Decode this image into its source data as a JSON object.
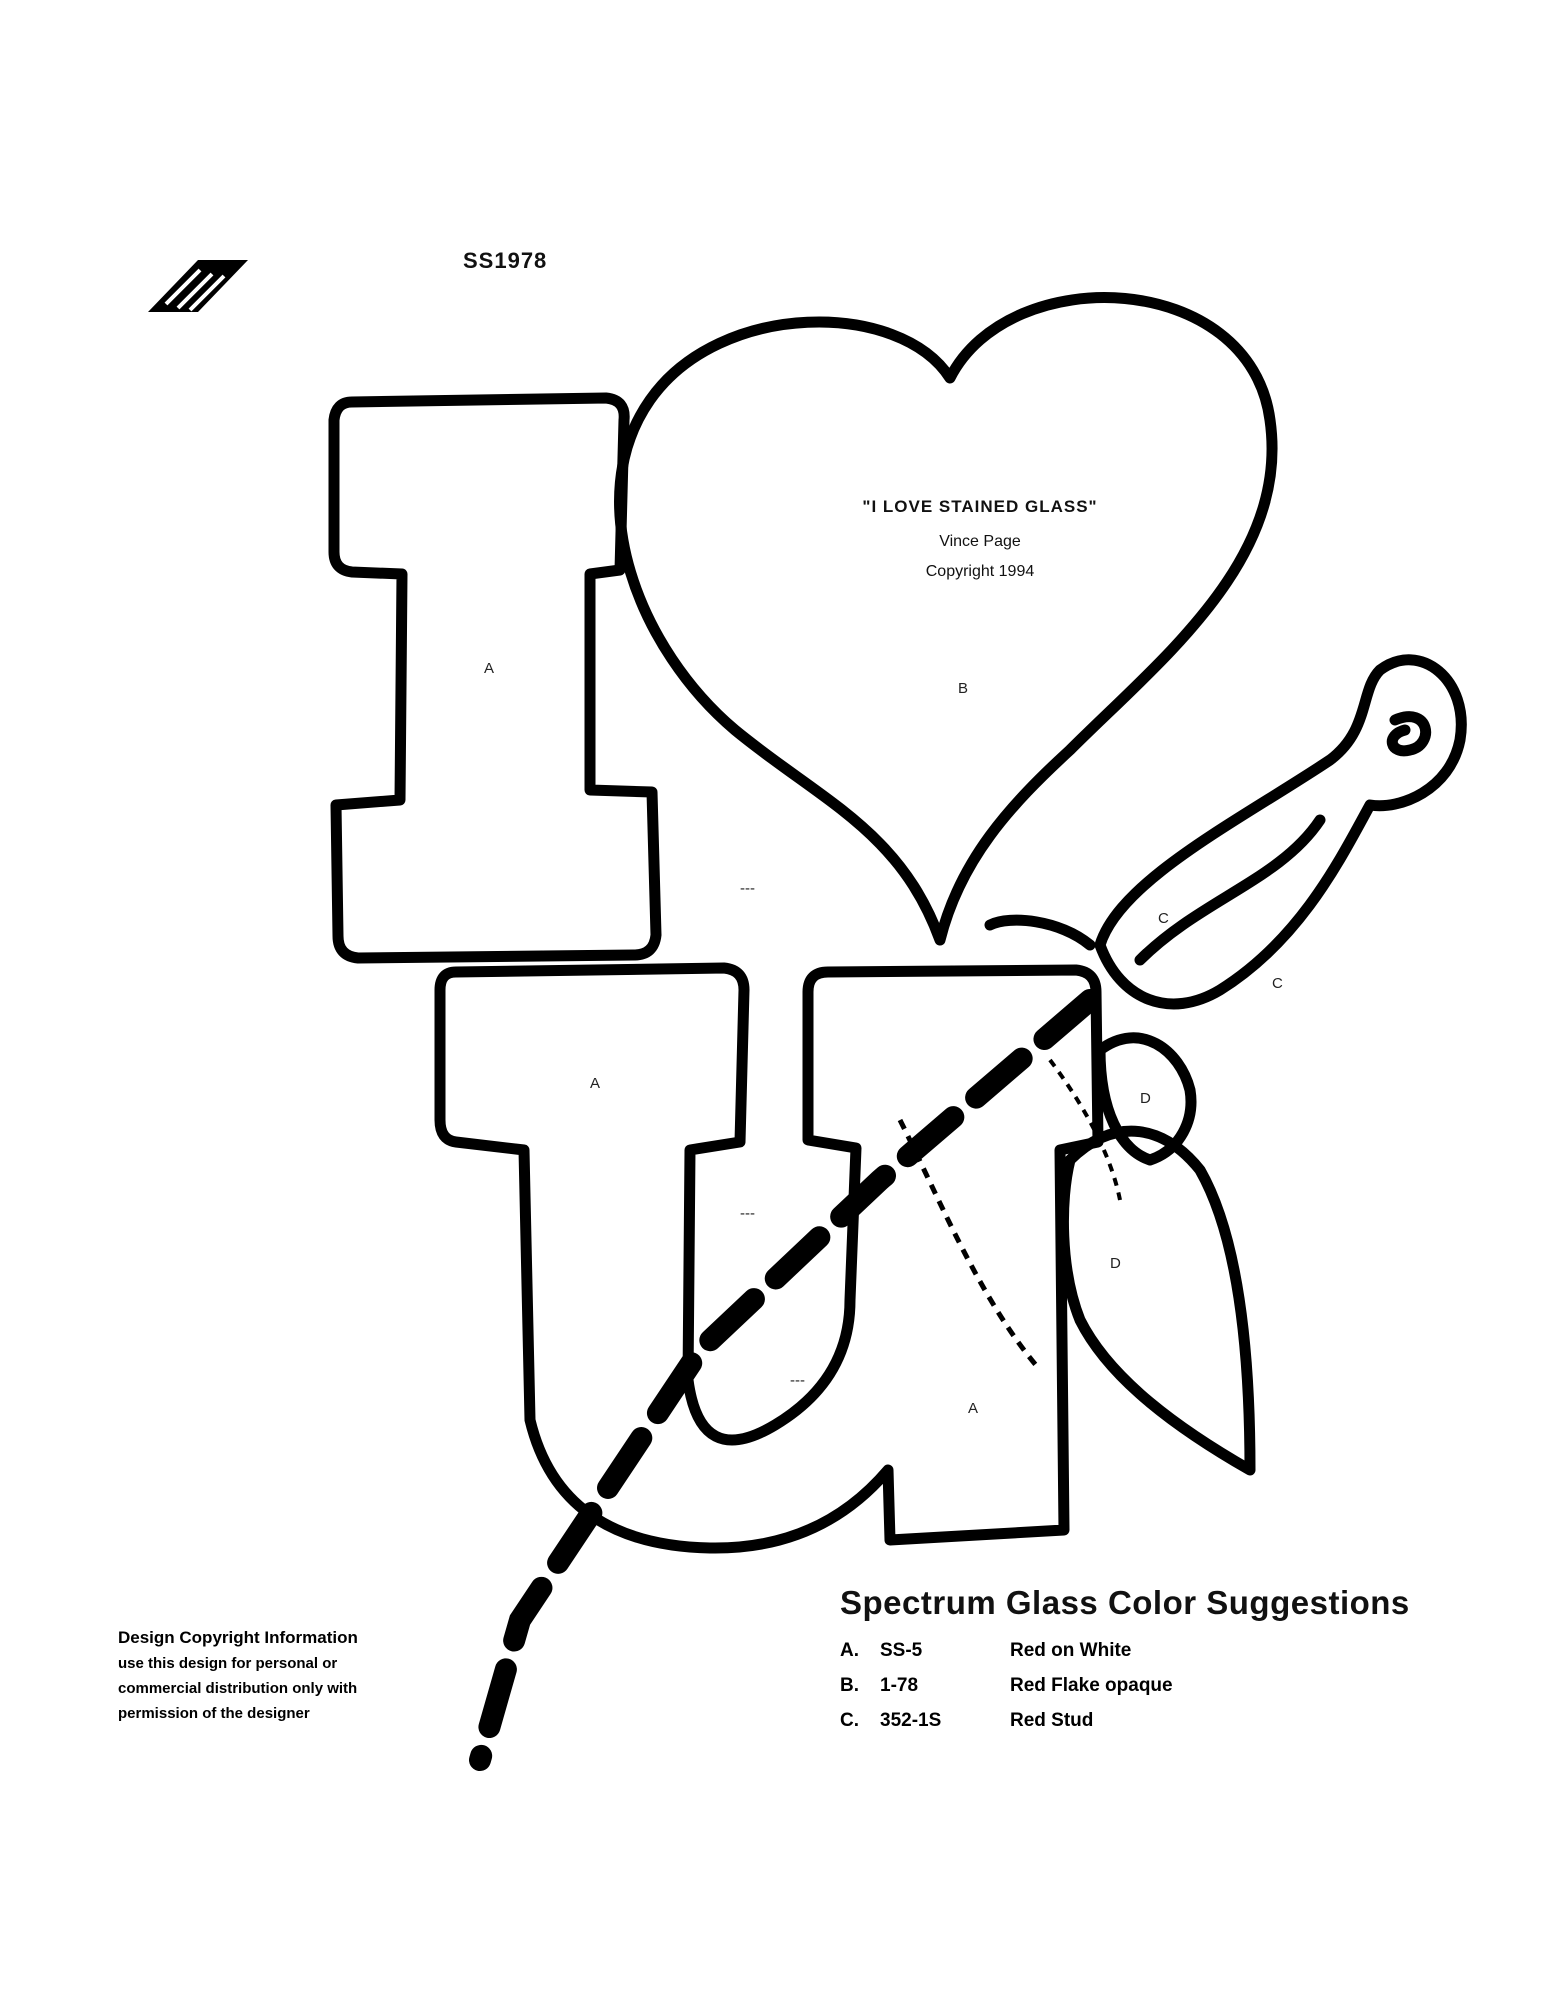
{
  "header": {
    "code": "SS1978",
    "logo_icon": "spectrum-logo-icon"
  },
  "heart": {
    "title": "\"I LOVE STAINED GLASS\"",
    "designer": "Vince Page",
    "copyright_line": "Copyright 1994"
  },
  "piece_labels": {
    "i_letter": "A",
    "heart": "B",
    "u_letter_left": "A",
    "u_letter_right": "A",
    "rose_bud": "C",
    "rose_petal": "C",
    "leaf_small": "D",
    "leaf_large": "D",
    "background_1": "---",
    "background_2": "---",
    "background_3": "---"
  },
  "color_suggestions": {
    "title": "Spectrum Glass Color Suggestions",
    "rows": [
      {
        "key": "A.",
        "code": "SS-5",
        "name": "Red on White"
      },
      {
        "key": "B.",
        "code": "1-78",
        "name": "Red Flake opaque"
      },
      {
        "key": "C.",
        "code": "352-1S",
        "name": "Red Stud"
      }
    ]
  },
  "notice_lines": [
    "Design Copyright Information",
    "use this design for personal or",
    "commercial distribution only with",
    "permission of the designer"
  ]
}
